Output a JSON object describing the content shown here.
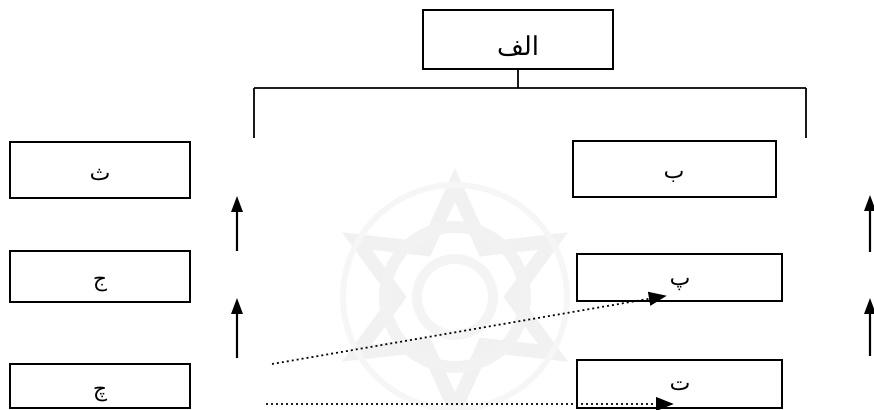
{
  "diagram": {
    "nodes": {
      "root": "الف",
      "b": "ب",
      "p": "پ",
      "t": "ت",
      "th": "ث",
      "j": "ج",
      "ch": "چ"
    }
  },
  "colors": {
    "stroke": "#000000",
    "background": "#ffffff",
    "watermark": "#e4e4e4"
  }
}
